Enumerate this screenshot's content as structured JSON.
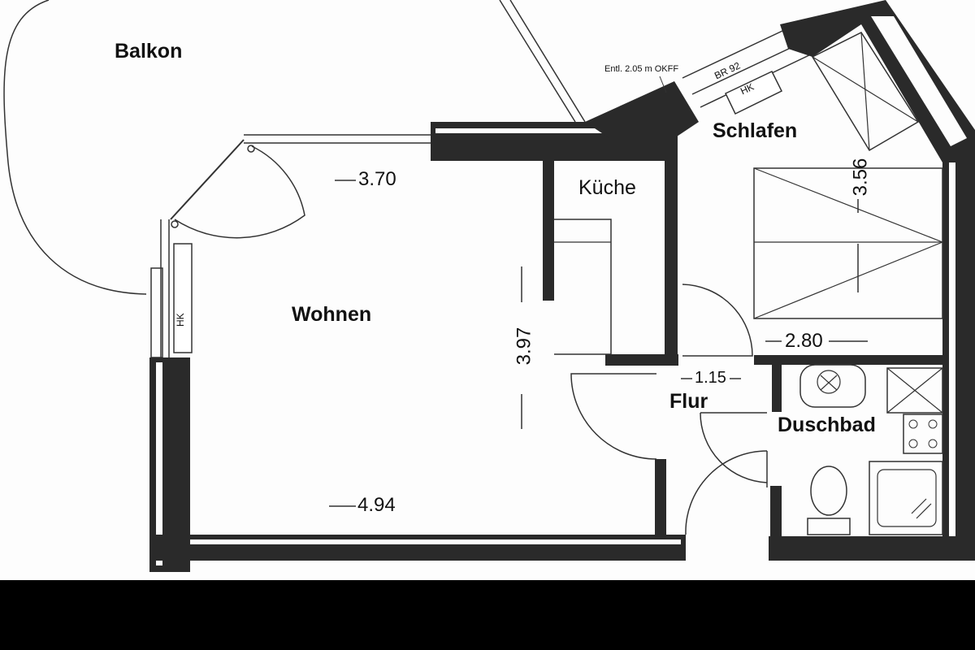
{
  "rooms": {
    "balkon": "Balkon",
    "wohnen": "Wohnen",
    "kueche": "Küche",
    "schlafen": "Schlafen",
    "flur": "Flur",
    "duschbad": "Duschbad"
  },
  "dimensions": {
    "wohnen_width_top": "3.70",
    "wohnen_height": "3.97",
    "wohnen_width_bottom": "4.94",
    "schlafen_height": "3.56",
    "schlafen_width": "2.80",
    "flur_width": "1.15"
  },
  "annotations": {
    "window_note": "Entl. 2.05 m OKFF",
    "window_sill": "BR 92",
    "heater_schlafen": "HK",
    "heater_wohnen": "HK"
  },
  "colors": {
    "wall": "#2a2a2a",
    "line": "#333333",
    "band": "#000000"
  }
}
